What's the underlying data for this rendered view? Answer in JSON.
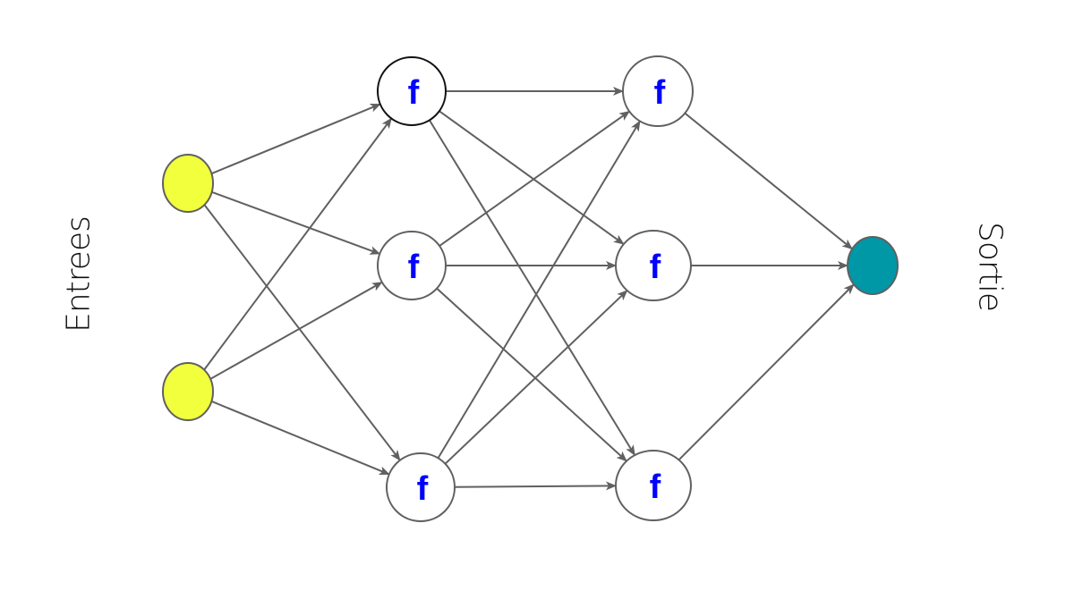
{
  "labels": {
    "inputs": "Entrees",
    "output": "Sortie"
  },
  "node_symbol": "f",
  "colors": {
    "input": "#f2ff3c",
    "output": "#0097a7",
    "neuron": "#ffffff",
    "edge": "#606060",
    "symbol": "#0000ff"
  },
  "layers": [
    {
      "name": "input",
      "count": 2
    },
    {
      "name": "hidden-1",
      "count": 3
    },
    {
      "name": "hidden-2",
      "count": 3
    },
    {
      "name": "output",
      "count": 1
    }
  ],
  "connectivity": "fully-connected"
}
